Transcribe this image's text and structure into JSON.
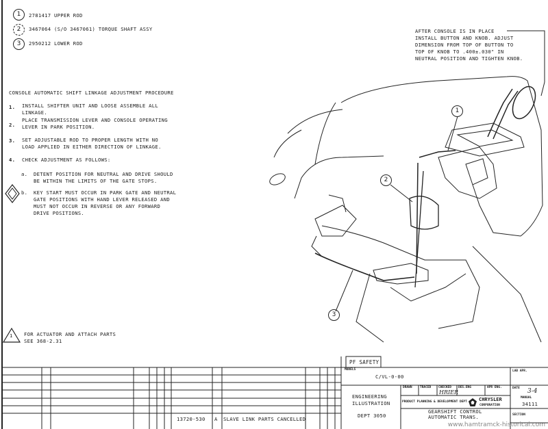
{
  "parts_list": [
    {
      "callout": "1",
      "text": "2781417 UPPER ROD"
    },
    {
      "callout": "2",
      "text": "3467064 (S/O 3467061) TORQUE SHAFT ASSY"
    },
    {
      "callout": "3",
      "text": "2950212 LOWER ROD"
    }
  ],
  "procedure": {
    "title": "CONSOLE AUTOMATIC SHIFT LINKAGE ADJUSTMENT PROCEDURE",
    "steps": [
      {
        "num": "1.",
        "lines": [
          "INSTALL SHIFTER UNIT AND LOOSE ASSEMBLE ALL",
          "LINKAGE."
        ]
      },
      {
        "num": "2.",
        "lines": [
          "PLACE TRANSMISSION LEVER AND CONSOLE OPERATING",
          "LEVER IN PARK POSITION."
        ]
      },
      {
        "num": "3.",
        "lines": [
          "SET ADJUSTABLE ROD TO PROPER LENGTH WITH NO",
          "LOAD APPLIED IN EITHER DIRECTION OF LINKAGE."
        ]
      },
      {
        "num": "4.",
        "lines": [
          "CHECK ADJUSTMENT AS FOLLOWS:"
        ]
      }
    ],
    "substeps": [
      {
        "num": "a.",
        "lines": [
          "DETENT POSITION FOR NEUTRAL AND DRIVE SHOULD",
          "BE WITHIN THE LIMITS OF THE GATE STOPS."
        ]
      },
      {
        "num": "b.",
        "lines": [
          "KEY START MUST OCCUR IN PARK GATE AND NEUTRAL",
          "GATE POSITIONS WITH HAND LEVER RELEASED AND",
          "MUST NOT OCCUR IN REVERSE OR ANY FORWARD",
          "DRIVE POSITIONS."
        ]
      }
    ]
  },
  "knob_note": [
    "AFTER CONSOLE IS IN PLACE",
    "INSTALL BUTTON AND KNOB. ADJUST",
    "DIMENSION FROM TOP OF BUTTON TO",
    "TOP OF KNOB TO .400±.030\" IN",
    "NEUTRAL POSITION AND TIGHTEN KNOB."
  ],
  "actuator_note": {
    "flag": "1",
    "lines": [
      "FOR ACTUATOR AND ATTACH PARTS",
      "SEE 368-2.31"
    ]
  },
  "diagram_callouts": [
    "1",
    "2",
    "3"
  ],
  "revision": {
    "number": "13720-530",
    "letter": "A",
    "text": "SLAVE LINK PARTS CANCELLED"
  },
  "title_block": {
    "tab": "PF SAFETY",
    "models_label": "MODELS",
    "models": "C/VL-0-00",
    "lab_apr_label": "LAB APR.",
    "drawn_label": "DRAWN",
    "traced_label": "TRACED",
    "checked_label": "CHECKED",
    "des_eng_label": "DES.ENG",
    "apr_eng_label": "APR ENG.",
    "checked_value": "HRIER",
    "dept_label_1": "ENGINEERING",
    "dept_label_2": "ILLUSTRATION",
    "dept": "DEPT 3050",
    "org": "PRODUCT PLANNING & DEVELOPMENT DEPT",
    "company": "CHRYSLER",
    "company_sub": "CORPORATION",
    "title_1": "GEARSHIFT CONTROL",
    "title_2": "AUTOMATIC TRANS.",
    "date_label": "DATE",
    "date": "3-4",
    "manual_label": "MANUAL",
    "manual": "34111",
    "section_label": "SECTION"
  },
  "watermark": "www.hamtramck-historical.com"
}
